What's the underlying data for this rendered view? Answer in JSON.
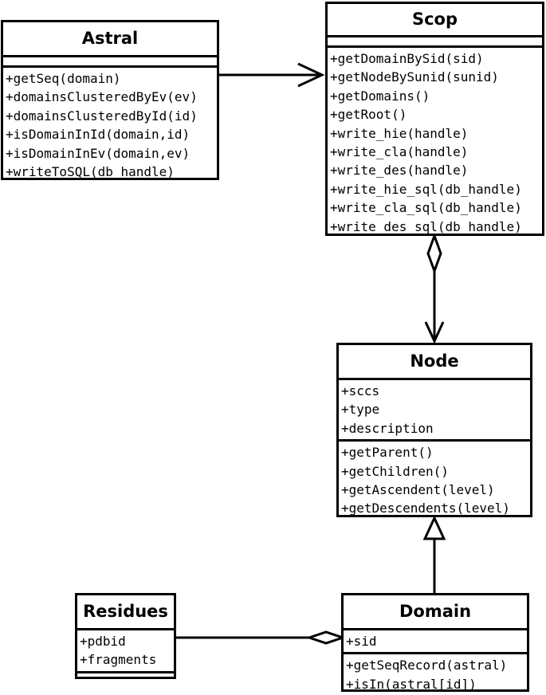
{
  "classes": {
    "astral": {
      "name": "Astral",
      "attributes": [],
      "methods": [
        "+getSeq(domain)",
        "+domainsClusteredByEv(ev)",
        "+domainsClusteredById(id)",
        "+isDomainInId(domain,id)",
        "+isDomainInEv(domain,ev)",
        "+writeToSQL(db_handle)"
      ]
    },
    "scop": {
      "name": "Scop",
      "attributes": [],
      "methods": [
        "+getDomainBySid(sid)",
        "+getNodeBySunid(sunid)",
        "+getDomains()",
        "+getRoot()",
        "+write_hie(handle)",
        "+write_cla(handle)",
        "+write_des(handle)",
        "+write_hie_sql(db_handle)",
        "+write_cla_sql(db_handle)",
        "+write_des_sql(db_handle)"
      ]
    },
    "node": {
      "name": "Node",
      "attributes": [
        "+sccs",
        "+type",
        "+description"
      ],
      "methods": [
        "+getParent()",
        "+getChildren()",
        "+getAscendent(level)",
        "+getDescendents(level)"
      ]
    },
    "residues": {
      "name": "Residues",
      "attributes": [
        "+pdbid",
        "+fragments"
      ],
      "methods": []
    },
    "domain": {
      "name": "Domain",
      "attributes": [
        "+sid"
      ],
      "methods": [
        "+getSeqRecord(astral)",
        "+isIn(astral[id])"
      ]
    }
  },
  "relations": [
    {
      "from": "astral",
      "to": "scop",
      "kind": "association"
    },
    {
      "from": "scop",
      "to": "node",
      "kind": "aggregation"
    },
    {
      "from": "domain",
      "to": "node",
      "kind": "generalization"
    },
    {
      "from": "residues",
      "to": "domain",
      "kind": "aggregation"
    }
  ]
}
